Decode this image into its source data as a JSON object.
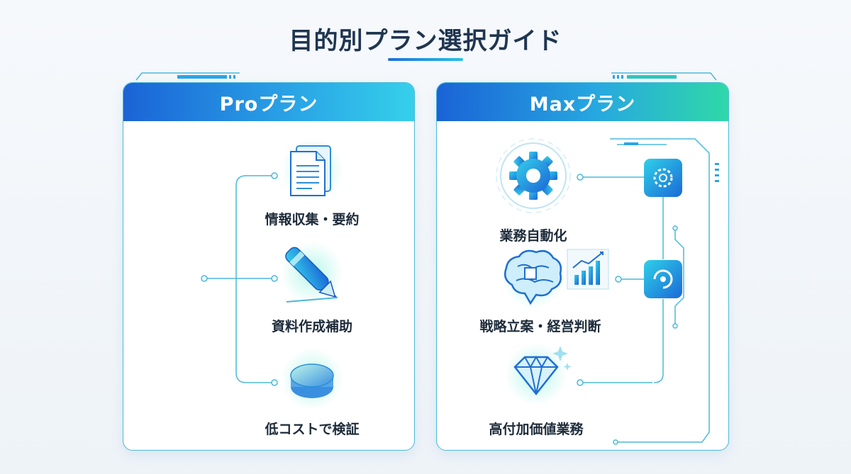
{
  "title": "目的別プラン選択ガイド",
  "colors": {
    "accent_blue": "#1a63d6",
    "accent_cyan": "#35d0ea",
    "accent_green": "#2fd8a8",
    "line": "#4bb8dc"
  },
  "plans": [
    {
      "name": "Proプラン",
      "features": [
        {
          "label": "情報収集・要約",
          "icon": "document-icon"
        },
        {
          "label": "資料作成補助",
          "icon": "pen-icon"
        },
        {
          "label": "低コストで検証",
          "icon": "coin-icon"
        }
      ]
    },
    {
      "name": "Maxプラン",
      "features": [
        {
          "label": "業務自動化",
          "icon": "gear-icon"
        },
        {
          "label": "戦略立案・経営判断",
          "icon": "brain-chart-icon"
        },
        {
          "label": "高付加価値業務",
          "icon": "diamond-icon"
        }
      ]
    }
  ]
}
